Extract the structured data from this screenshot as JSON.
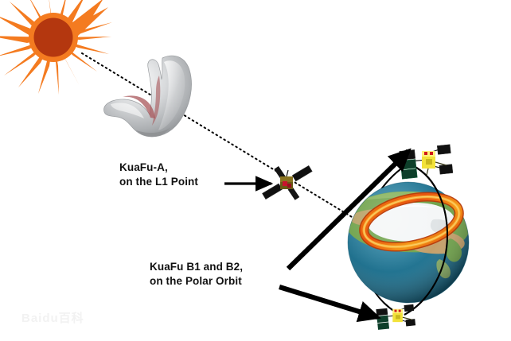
{
  "diagram": {
    "title": "KuaFu mission constellation diagram",
    "background_color": "#ffffff",
    "labels": [
      {
        "name": "kuafu-a",
        "line1": "KuaFu-A,",
        "line2": "on the L1 Point"
      },
      {
        "name": "kuafu-b",
        "line1": "KuaFu B1 and B2,",
        "line2": "on the Polar Orbit"
      }
    ],
    "watermark": "Baidu百科",
    "objects": {
      "sun": {
        "name": "Sun",
        "core_color": "#b4370f",
        "ray_color": "#f47b20"
      },
      "magnetosphere": {
        "name": "Magnetosphere",
        "body_color": "#c8cacc",
        "highlight_color": "#f2f4f5",
        "shadow_color": "#8e9093",
        "bow_shock_color": "#a8565a"
      },
      "earth": {
        "name": "Earth",
        "ocean_color": "#1f6f8f",
        "land_color": "#6fa24a",
        "desert_color": "#c4a06a",
        "ice_color": "#f4f6f7",
        "aurora_outer_color": "#e8520f",
        "aurora_inner_color": "#f9a61a"
      },
      "satellite_l1": {
        "name": "KuaFu-A spacecraft",
        "body_color": "#6a5a16",
        "panel_color": "#101010",
        "accent_color": "#c8142d"
      },
      "satellite_polar_upper": {
        "name": "KuaFu B1 spacecraft",
        "body_color": "#f2e23a",
        "panel_color": "#0d3f2a",
        "accent_color": "#d11a1a"
      },
      "satellite_polar_lower": {
        "name": "KuaFu B2 spacecraft",
        "body_color": "#f2e23a",
        "panel_color": "#0d3f2a",
        "accent_color": "#d11a1a"
      },
      "sun_earth_line": {
        "name": "Sun-Earth line",
        "style": "dotted",
        "color": "#000000"
      },
      "polar_orbit": {
        "name": "Polar orbit track",
        "color": "#000000"
      }
    },
    "pointers": [
      {
        "name": "pointer-to-kuafu-a",
        "from": "KuaFu-A label",
        "to": "L1 spacecraft"
      },
      {
        "name": "pointer-to-kuafu-b1",
        "from": "KuaFu B label",
        "to": "Upper polar spacecraft"
      },
      {
        "name": "pointer-to-kuafu-b2",
        "from": "KuaFu B label",
        "to": "Lower polar spacecraft"
      }
    ]
  }
}
